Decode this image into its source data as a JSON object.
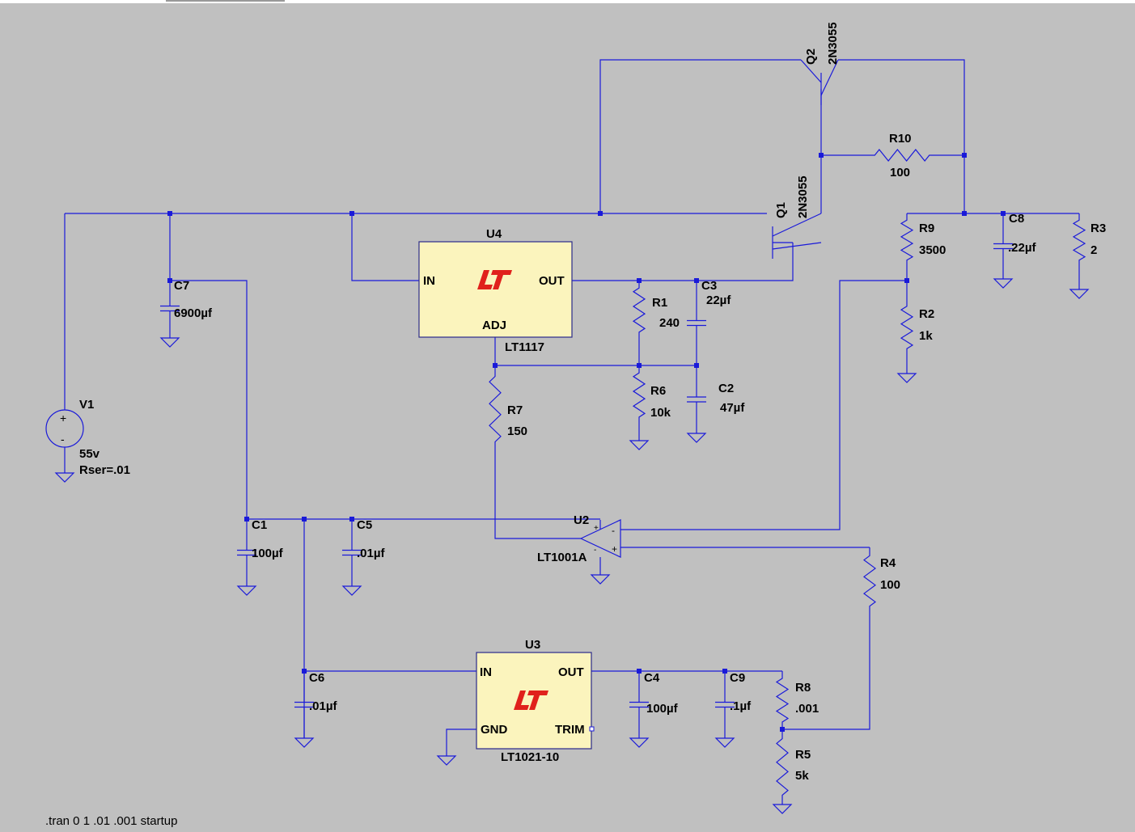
{
  "colors": {
    "background": "#c0c0c0",
    "wire": "#1a1ad9",
    "chip_fill": "#fbf4bd",
    "logo": "#e0211c"
  },
  "directive": ".tran 0 1 .01 .001 startup",
  "components": {
    "V1": {
      "ref": "V1",
      "value": "55v",
      "extra": "Rser=.01"
    },
    "U4": {
      "ref": "U4",
      "part": "LT1117",
      "pin_in": "IN",
      "pin_out": "OUT",
      "pin_adj": "ADJ",
      "logo": "lt-logo-icon"
    },
    "U3": {
      "ref": "U3",
      "part": "LT1021-10",
      "pin_in": "IN",
      "pin_out": "OUT",
      "pin_gnd": "GND",
      "pin_trim": "TRIM",
      "logo": "lt-logo-icon"
    },
    "U2": {
      "ref": "U2",
      "part": "LT1001A",
      "plus": "+",
      "minus": "-"
    },
    "Q1": {
      "ref": "Q1",
      "part": "2N3055"
    },
    "Q2": {
      "ref": "Q2",
      "part": "2N3055"
    },
    "R1": {
      "ref": "R1",
      "value": "240"
    },
    "R2": {
      "ref": "R2",
      "value": "1k"
    },
    "R3": {
      "ref": "R3",
      "value": "2"
    },
    "R4": {
      "ref": "R4",
      "value": "100"
    },
    "R5": {
      "ref": "R5",
      "value": "5k"
    },
    "R6": {
      "ref": "R6",
      "value": "10k"
    },
    "R7": {
      "ref": "R7",
      "value": "150"
    },
    "R8": {
      "ref": "R8",
      "value": ".001"
    },
    "R9": {
      "ref": "R9",
      "value": "3500"
    },
    "R10": {
      "ref": "R10",
      "value": "100"
    },
    "C1": {
      "ref": "C1",
      "value": "100µf"
    },
    "C2": {
      "ref": "C2",
      "value": "47µf"
    },
    "C3": {
      "ref": "C3",
      "value": "22µf"
    },
    "C4": {
      "ref": "C4",
      "value": "100µf"
    },
    "C5": {
      "ref": "C5",
      "value": ".01µf"
    },
    "C6": {
      "ref": "C6",
      "value": ".01µf"
    },
    "C7": {
      "ref": "C7",
      "value": "6900µf"
    },
    "C8": {
      "ref": "C8",
      "value": ".22µf"
    },
    "C9": {
      "ref": "C9",
      "value": ".1µf"
    }
  }
}
